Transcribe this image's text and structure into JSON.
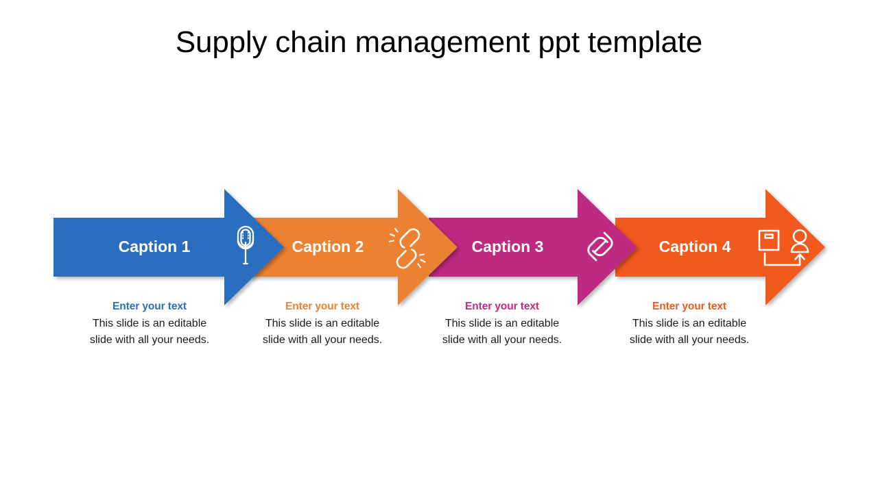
{
  "slide": {
    "title": "Supply chain management ppt template",
    "background": "#ffffff"
  },
  "palette": {
    "blue": "#2C6EBF",
    "orange": "#ED8133",
    "magenta": "#BF2B81",
    "orange_red": "#F15A1B",
    "caption_text": "#ffffff",
    "body_text": "#1a1a1a"
  },
  "steps": [
    {
      "caption": "Caption 1",
      "color": "#2C6EBF",
      "icon": "microphone-icon",
      "heading": "Enter your text",
      "heading_color": "#2C6EBF",
      "body": "This slide is an editable slide with all your needs."
    },
    {
      "caption": "Caption 2",
      "color": "#ED8133",
      "icon": "broken-chain-link-icon",
      "heading": "Enter your text",
      "heading_color": "#ED8133",
      "body": "This slide is an editable slide with all your needs."
    },
    {
      "caption": "Caption 3",
      "color": "#BF2B81",
      "icon": "chain-link-icon",
      "heading": "Enter your text",
      "heading_color": "#BF2B81",
      "body": "This slide is an editable slide with all your needs."
    },
    {
      "caption": "Caption 4",
      "color": "#F15A1B",
      "icon": "package-delivery-to-person-icon",
      "heading": "Enter your text",
      "heading_color": "#F15A1B",
      "body": "This slide is an editable slide with all your needs."
    }
  ]
}
